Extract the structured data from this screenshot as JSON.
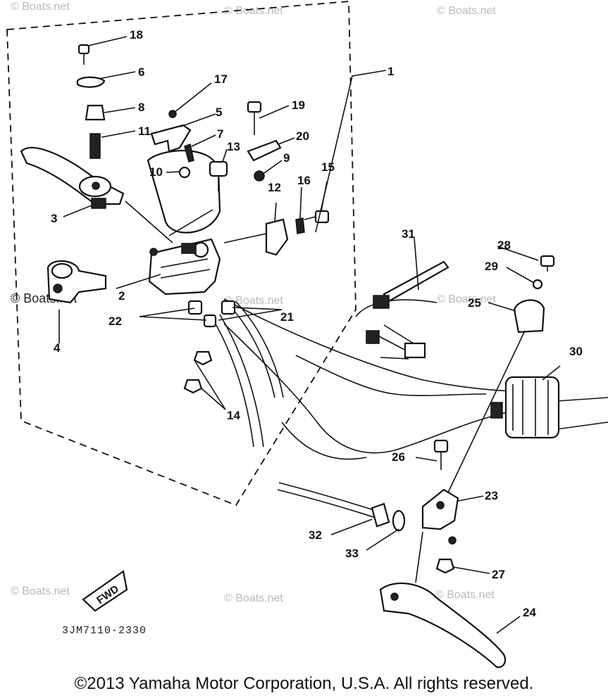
{
  "diagram": {
    "part_numbers": [
      "1",
      "2",
      "3",
      "4",
      "5",
      "6",
      "7",
      "8",
      "9",
      "10",
      "11",
      "12",
      "13",
      "14",
      "15",
      "16",
      "17",
      "18",
      "19",
      "20",
      "21",
      "22",
      "23",
      "24",
      "25",
      "26",
      "27",
      "28",
      "29",
      "30",
      "31",
      "32",
      "33"
    ],
    "watermark": "© Boats.net",
    "fwd_label": "FWD",
    "drawing_code": "3JM7110-2330"
  },
  "copyright": "©2013 Yamaha Motor Corporation, U.S.A. All rights reserved."
}
